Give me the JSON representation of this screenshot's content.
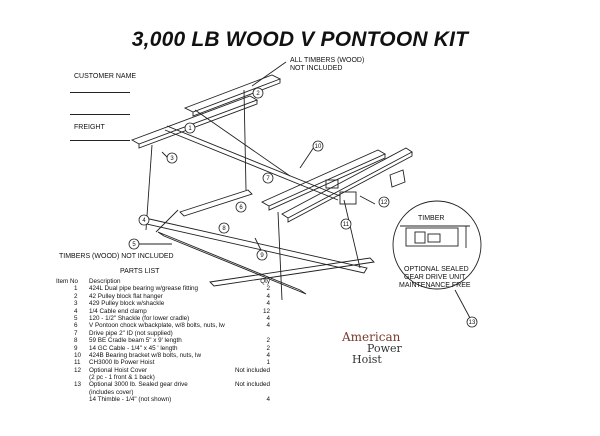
{
  "title": "3,000 LB WOOD V PONTOON KIT",
  "form": {
    "customer_name_label": "CUSTOMER NAME",
    "freight_label": "FREIGHT"
  },
  "callouts": {
    "timbers_top_line1": "ALL TIMBERS (WOOD)",
    "timbers_top_line2": "NOT INCLUDED",
    "timbers_bottom": "TIMBERS (WOOD) NOT INCLUDED",
    "detail_timber": "TIMBER",
    "detail_line1": "OPTIONAL SEALED",
    "detail_line2": "GEAR DRIVE UNIT",
    "detail_line3": "MAINTENANCE FREE"
  },
  "balloons": [
    "1",
    "2",
    "3",
    "4",
    "5",
    "6",
    "7",
    "8",
    "9",
    "10",
    "11",
    "12",
    "13"
  ],
  "parts_list": {
    "title": "PARTS LIST",
    "header": {
      "no": "Item No",
      "desc": "Description",
      "qty": "Qty"
    },
    "items": [
      {
        "no": "1",
        "desc": "424L Dual pipe bearing w/grease fitting",
        "qty": "2"
      },
      {
        "no": "2",
        "desc": "42 Pulley block flat hanger",
        "qty": "4"
      },
      {
        "no": "3",
        "desc": "429 Pulley block w/shackle",
        "qty": "4"
      },
      {
        "no": "4",
        "desc": "1/4 Cable end clamp",
        "qty": "12"
      },
      {
        "no": "5",
        "desc": "120 - 1/2\"  Shackle (for lower cradle)",
        "qty": "4"
      },
      {
        "no": "6",
        "desc": "V Pontoon chock w/backplate, w/8 bolts, nuts, lw",
        "qty": "4"
      },
      {
        "no": "7",
        "desc": "Drive pipe 2\" ID (not supplied)",
        "qty": ""
      },
      {
        "no": "8",
        "desc": "59 BE Cradle beam 5\" x 9' length",
        "qty": "2"
      },
      {
        "no": "9",
        "desc": "14 GC Cable - 1/4\" x 45 ' length",
        "qty": "2"
      },
      {
        "no": "10",
        "desc": "424B Bearing bracket w/8 bolts, nuts, lw",
        "qty": "4"
      },
      {
        "no": "11",
        "desc": "CH3000 lb Power Hoist",
        "qty": "1"
      },
      {
        "no": "12",
        "desc": "Optional Hoist Cover",
        "qty": "Not included"
      },
      {
        "no": "",
        "desc": "(2 pc - 1 front & 1 back)",
        "qty": ""
      },
      {
        "no": "13",
        "desc": "Optional 3000 lb. Sealed gear drive",
        "qty": "Not included"
      },
      {
        "no": "",
        "desc": "(includes cover)",
        "qty": ""
      },
      {
        "no": "",
        "desc": "14 Thimble - 1/4\" (not shown)",
        "qty": "4"
      }
    ]
  },
  "brand": {
    "line1": "American",
    "line2": "Power",
    "line3": "Hoist"
  }
}
